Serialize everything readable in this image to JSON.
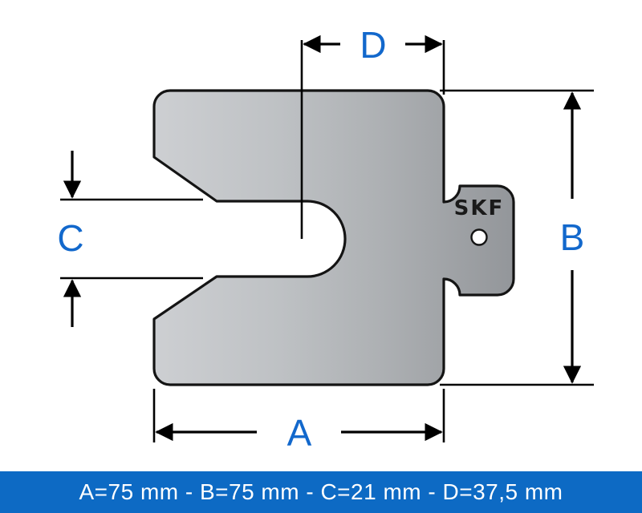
{
  "figure": {
    "type": "technical-drawing",
    "subject": "SKF shim plate with slotted opening",
    "brand_label": "SKF",
    "background_color": "#ffffff",
    "outline_color": "#1a1a1a",
    "fill_gradient": {
      "from": "#cbcdd0",
      "mid": "#b0b3b6",
      "to": "#94979a"
    }
  },
  "dimensions": {
    "accent_color": "#1268cc",
    "labels": {
      "a": "A",
      "b": "B",
      "c": "C",
      "d": "D"
    },
    "values": {
      "a": "75 mm",
      "b": "75 mm",
      "c": "21 mm",
      "d": "37,5 mm"
    }
  },
  "caption": {
    "background_color": "#0d6ac4",
    "text_color": "#ffffff",
    "text": "A=75 mm - B=75 mm - C=21 mm - D=37,5 mm"
  }
}
